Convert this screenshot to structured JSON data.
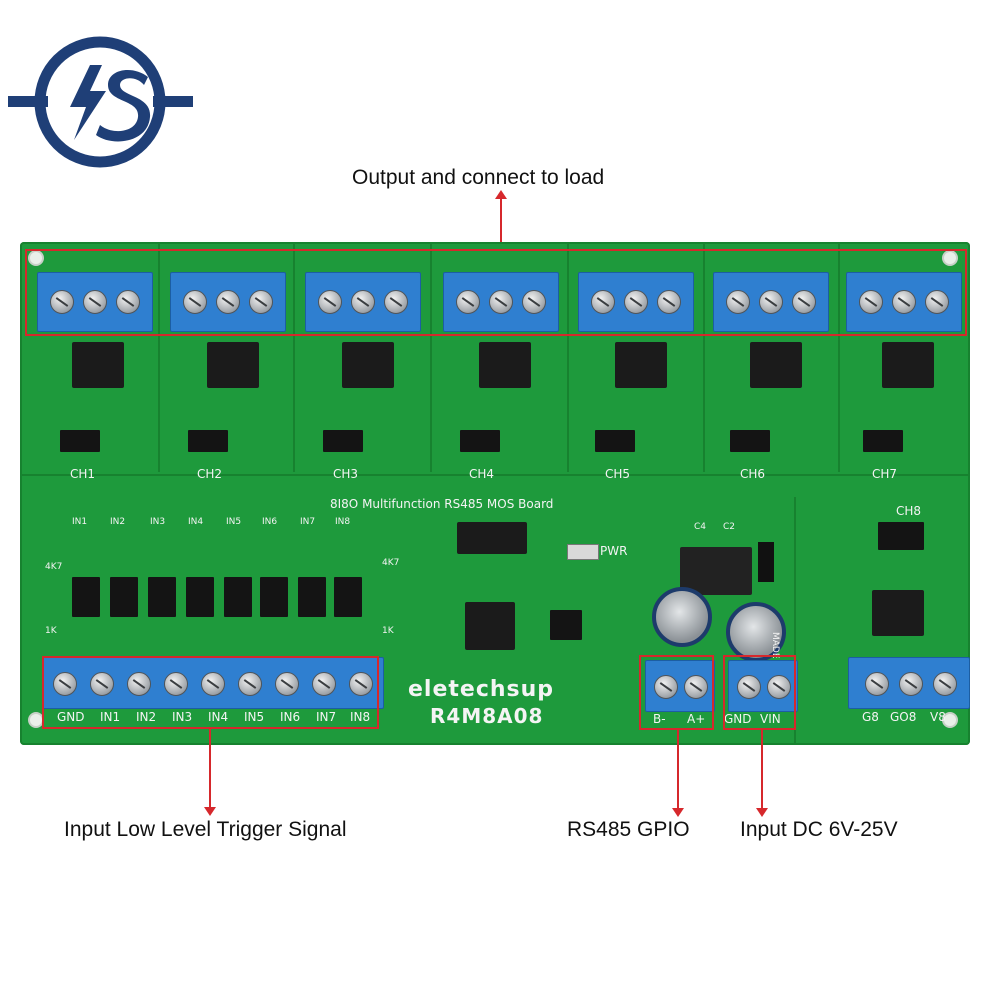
{
  "callouts": {
    "output": "Output and connect to load",
    "input": "Input Low Level Trigger Signal",
    "rs485": "RS485 GPIO",
    "power": "Input DC 6V-25V"
  },
  "board": {
    "title": "8I8O Multifunction RS485 MOS Board",
    "brand": "eletechsup",
    "model": "R4M8A08",
    "made_in": "MADE IN CHINA",
    "pwr_label": "PWR",
    "output_channels": [
      "CH1",
      "CH2",
      "CH3",
      "CH4",
      "CH5",
      "CH6",
      "CH7"
    ],
    "ch8_label": "CH8",
    "input_leds": [
      "IN1",
      "IN2",
      "IN3",
      "IN4",
      "IN5",
      "IN6",
      "IN7",
      "IN8"
    ],
    "input_terminals": [
      "GND",
      "IN1",
      "IN2",
      "IN3",
      "IN4",
      "IN5",
      "IN6",
      "IN7",
      "IN8"
    ],
    "rs485_terminals": [
      "B-",
      "A+"
    ],
    "power_terminals": [
      "GND",
      "VIN"
    ],
    "ch8_terminals": [
      "G8",
      "GO8",
      "V8"
    ],
    "resistor_label": "4K7",
    "resistor_label2": "1K",
    "cap_labels": [
      "C4",
      "C2"
    ]
  },
  "colors": {
    "pcb": "#1e9a3c",
    "terminal": "#2f7fd0",
    "highlight": "#d6282c",
    "logo": "#1f3f77"
  },
  "logo": {
    "icon": "is-logo-icon"
  }
}
